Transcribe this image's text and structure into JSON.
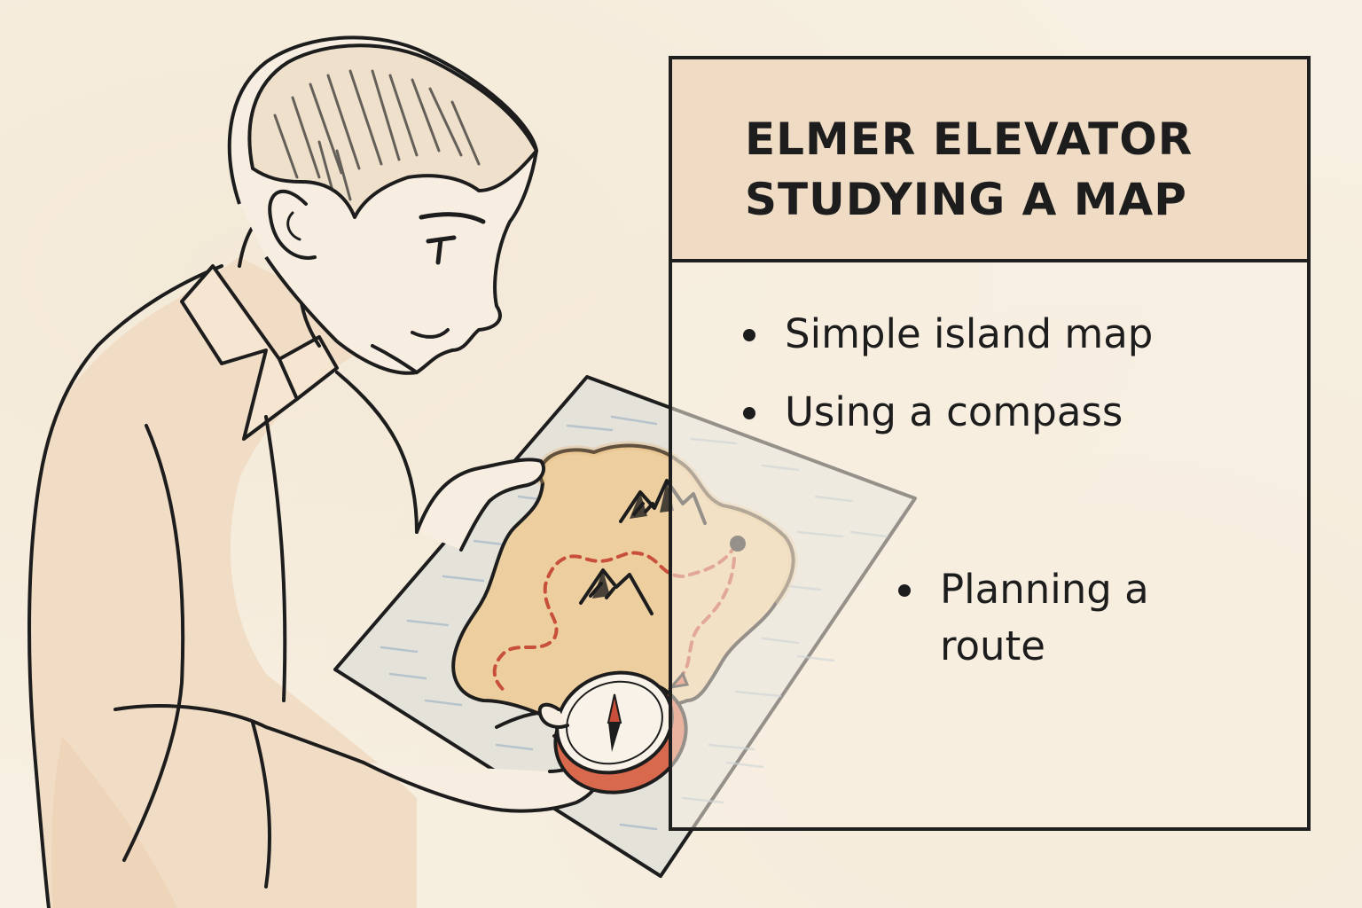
{
  "panel": {
    "title": "ELMER ELEVATOR STUDYING A MAP",
    "bullets": [
      "Simple island map",
      "Using a compass",
      "Planning a route"
    ]
  },
  "illustration": {
    "icons": [
      "person-icon",
      "map-icon",
      "compass-icon",
      "mountain-icon",
      "route-icon"
    ]
  },
  "colors": {
    "background": "#f7efe1",
    "header": "#f0dcc4",
    "ink": "#1d1d1d",
    "island": "#e8c795",
    "route": "#c8503a",
    "sea": "#dfe2df"
  }
}
